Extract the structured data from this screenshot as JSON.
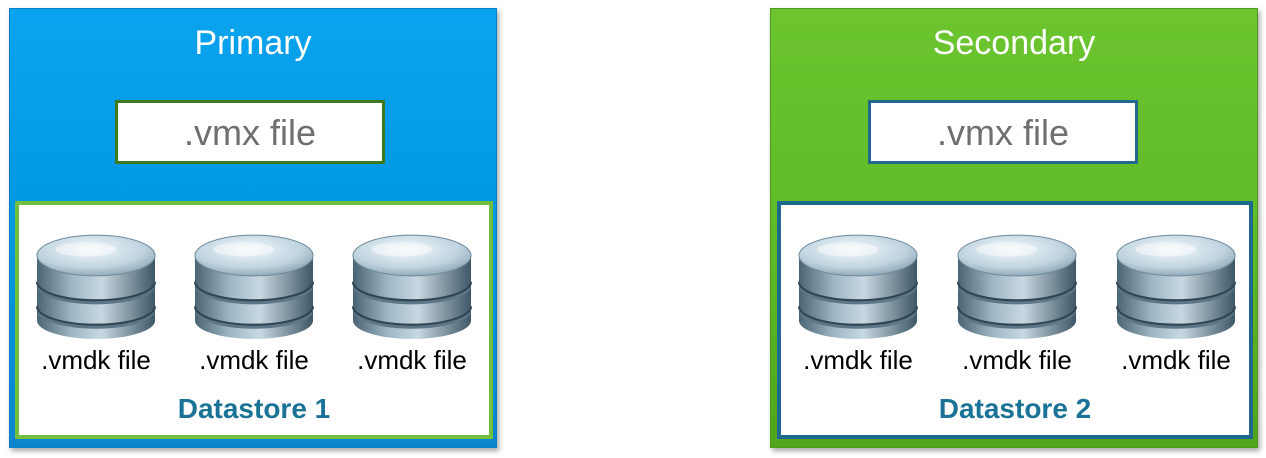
{
  "colors": {
    "primary_panel": "#0096e0",
    "secondary_panel": "#5eba26",
    "datastore_label": "#1a7397",
    "vmx_text": "#6f6f6f"
  },
  "primary": {
    "title": "Primary",
    "vmx_label": ".vmx file",
    "datastore": {
      "label": "Datastore 1",
      "disks": [
        {
          "icon": "database-icon",
          "label": ".vmdk file"
        },
        {
          "icon": "database-icon",
          "label": ".vmdk file"
        },
        {
          "icon": "database-icon",
          "label": ".vmdk file"
        }
      ]
    }
  },
  "secondary": {
    "title": "Secondary",
    "vmx_label": ".vmx file",
    "datastore": {
      "label": "Datastore 2",
      "disks": [
        {
          "icon": "database-icon",
          "label": ".vmdk file"
        },
        {
          "icon": "database-icon",
          "label": ".vmdk file"
        },
        {
          "icon": "database-icon",
          "label": ".vmdk file"
        }
      ]
    }
  }
}
